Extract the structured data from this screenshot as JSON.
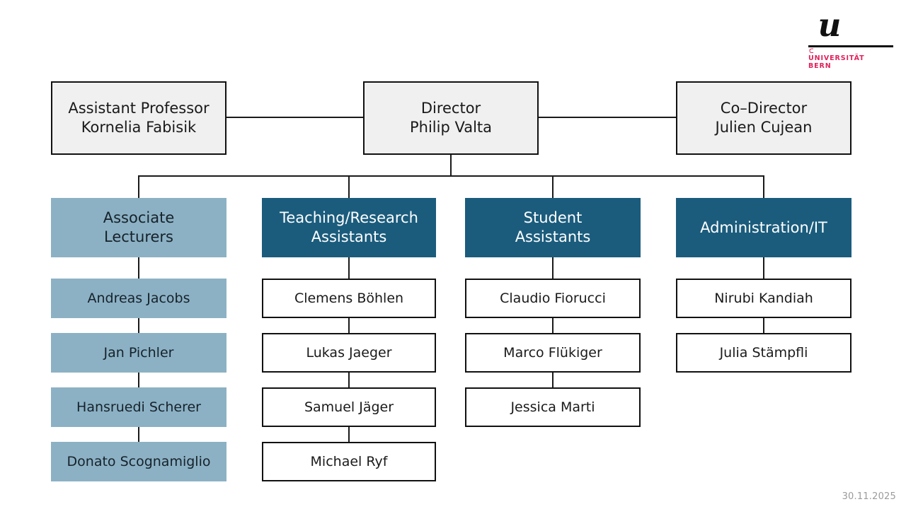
{
  "logo": {
    "letter": "u",
    "mark": "ᑕ",
    "wordmark": "UNIVERSITÄT\nBERN",
    "brand_color": "#e1215b"
  },
  "colors": {
    "exec_fill": "#f0f0f0",
    "light_blue": "#8cb1c4",
    "dark_blue": "#1b5c7d",
    "line": "#1a1a1a",
    "leaf_fill": "#ffffff",
    "date_text": "#9b9b9b"
  },
  "executive": [
    {
      "role": "Assistant Professor",
      "name": "Kornelia Fabisik",
      "label": "Assistant Professor\nKornelia Fabisik"
    },
    {
      "role": "Director",
      "name": "Philip Valta",
      "label": "Director\nPhilip Valta"
    },
    {
      "role": "Co-Director",
      "name": "Julien Cujean",
      "label": "Co–Director\nJulien Cujean"
    }
  ],
  "columns": [
    {
      "id": "associate-lecturers",
      "header": "Associate\nLecturers",
      "style": "light",
      "members": [
        "Andreas Jacobs",
        "Jan Pichler",
        "Hansruedi Scherer",
        "Donato Scognamiglio"
      ]
    },
    {
      "id": "teaching-research-assistants",
      "header": "Teaching/Research\nAssistants",
      "style": "dark",
      "members": [
        "Clemens Böhlen",
        "Lukas Jaeger",
        "Samuel Jäger",
        "Michael Ryf"
      ]
    },
    {
      "id": "student-assistants",
      "header": "Student\nAssistants",
      "style": "dark",
      "members": [
        "Claudio Fiorucci",
        "Marco Flükiger",
        "Jessica Marti"
      ]
    },
    {
      "id": "administration-it",
      "header": "Administration/IT",
      "style": "dark",
      "members": [
        "Nirubi Kandiah",
        "Julia Stämpfli"
      ]
    }
  ],
  "footer": {
    "date": "30.11.2025"
  }
}
